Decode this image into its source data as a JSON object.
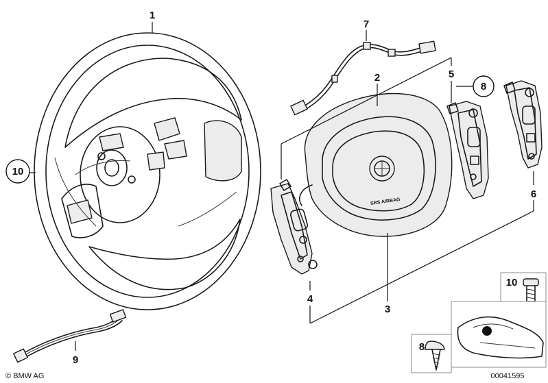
{
  "labels": {
    "p1": "1",
    "p2": "2",
    "p3": "3",
    "p4": "4",
    "p5": "5",
    "p6": "6",
    "p7": "7",
    "p8_circled": "8",
    "p9": "9",
    "p10_circled": "10",
    "p10_inset": "10",
    "p8_inset": "8"
  },
  "airbag_text": "SRS AIRBAG",
  "copyright": "© BMW AG",
  "diagram_id": "00041595"
}
